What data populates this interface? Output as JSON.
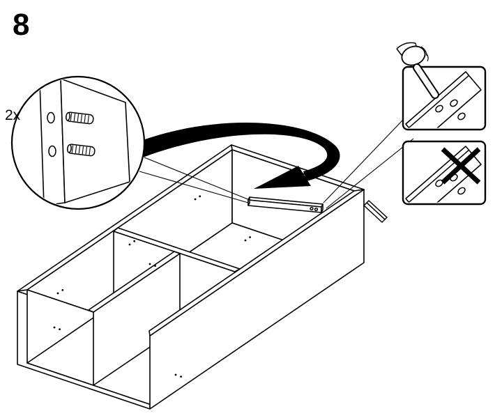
{
  "page": {
    "background_color": "#ffffff",
    "line_color": "#000000"
  },
  "step": {
    "number": "8"
  },
  "magnifier": {
    "quantity_label": "2x",
    "icon": "magnifier-detail-circle",
    "content_icons": [
      "panel-edge-with-holes",
      "dowel-pin",
      "dowel-pin"
    ]
  },
  "main_illustration": {
    "icon": "storage-frame-isometric",
    "parts": [
      "back-side-panel",
      "front-side-panel",
      "left-end-panel",
      "right-end-panel",
      "bottom-panel",
      "cross-divider",
      "center-divider",
      "support-rail",
      "rail-end-piece"
    ]
  },
  "arrow": {
    "icon": "curved-placement-arrow"
  },
  "callout_boxes": {
    "correct": {
      "icon": "pointing-hand",
      "content_icon": "panel-with-holes"
    },
    "incorrect": {
      "icon": "x-mark",
      "content_icon": "panel-with-holes"
    }
  }
}
